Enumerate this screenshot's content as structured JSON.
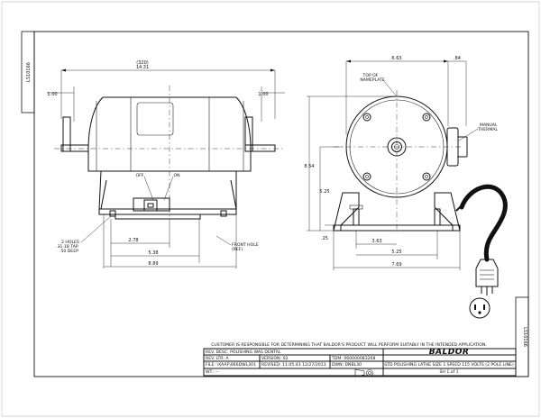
{
  "drawing_number": "LS10166",
  "front_view": {
    "overall_length_alt": "(320)",
    "overall_length": "14.31",
    "left_shaft_ext": "1.00",
    "right_shaft_ext": "1.00",
    "switch_off": "OFF",
    "switch_on": "ON",
    "holes_note_line1": "2 HOLES",
    "holes_note_line2": ".31-18 TAP",
    "holes_note_line3": ".50 DEEP",
    "front_hole_line1": "FRONT HOLE",
    "front_hole_line2": "(REF)",
    "dim_hole_offset": "2.78",
    "dim_hole_spacing": "5.38",
    "dim_base_length": "8.89"
  },
  "side_view": {
    "overall_width": "6.63",
    "top_offset": ".84",
    "nameplate_line1": "TOP OF",
    "nameplate_line2": "NAMEPLATE",
    "thermal_line1": "MANUAL",
    "thermal_line2": "THERMAL",
    "overall_height": "8.54",
    "shaft_height": "5.25",
    "base_thickness": ".25",
    "dim_center_to_slot": "3.63",
    "dim_slot_spacing": "5.25",
    "dim_base_width": "7.69"
  },
  "title_block": {
    "disclaimer": "CUSTOMER IS RESPONSIBLE FOR DETERMINING THAT BALDOR'S PRODUCT WILL PERFORM SUITABLY IN THE INTENDED APPLICATION.",
    "rev_desc": "REV. DESC: POLISHING WAS DENTAL",
    "rev_ltr": "REV. LTR: A",
    "file": "FILE: \\XAAF\\066DWL301",
    "wt": "WT.: --",
    "version": "VERSION: 02",
    "revised": "REVISED: 11:05:43 12/27/2013",
    "tdm": "TDM: 060000083268",
    "dwn": "DWN: DNBL30",
    "brand": "BALDOR",
    "description": "STD POLISHING LATHE SIZE 1 SPEED 115 VOLTS (2 POLE LINE)",
    "sheet": "SH 1 of 1"
  }
}
